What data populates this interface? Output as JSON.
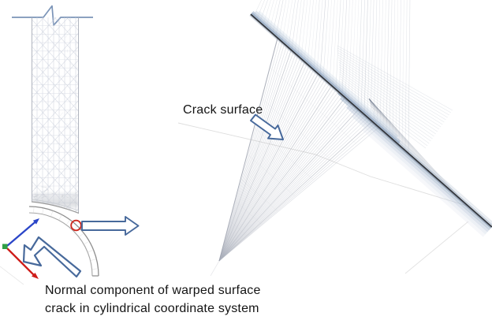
{
  "figure": {
    "labels": {
      "crack_surface": "Crack surface",
      "caption_line1": "Normal component of warped surface",
      "caption_line2": "crack in cylindrical coordinate system"
    },
    "colors": {
      "background": "#ffffff",
      "annotation_arrow_blue": "#47699b",
      "axis_blue": "#2b46c8",
      "axis_red": "#cf1d1a",
      "axis_green": "#2fa045",
      "highlight_circle_red": "#cc2a20",
      "band_core_dark": "#23272e",
      "band_blue_light": "#8fa6c2",
      "mesh_gray": "#c6cad2",
      "edge_gray": "#8d8d8d",
      "break_line_blue": "#7b94b8",
      "text": "#141414"
    },
    "annotations": {
      "arrow_names": [
        "crack-surface-arrow",
        "radial-direction-arrow",
        "normal-component-elbow-arrow",
        "axis-blue-arrow",
        "axis-red-arrow"
      ]
    }
  }
}
